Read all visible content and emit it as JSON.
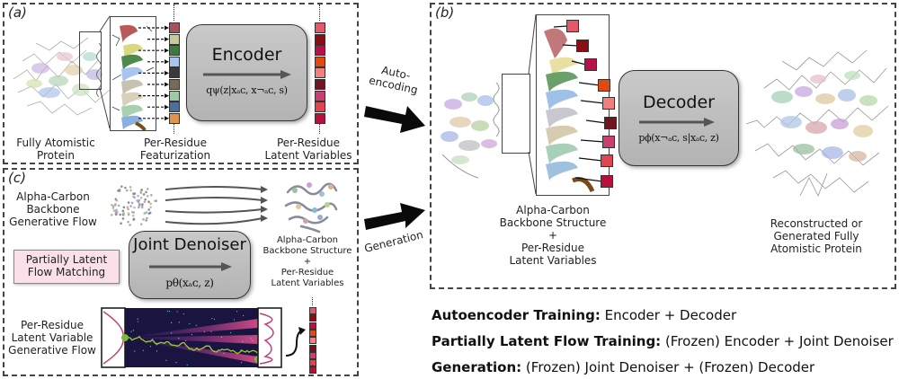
{
  "panels": {
    "a": {
      "label": "(a)",
      "protein_caption": "Fully Atomistic\nProtein",
      "featurization_caption": "Per-Residue\nFeaturization",
      "latent_caption": "Per-Residue\nLatent Variables",
      "encoder": {
        "title": "Encoder",
        "formula": "qψ(z|xₐᴄ, x¬ₐᴄ, s)"
      },
      "feature_colors": [
        "#a8525a",
        "#c8c89a",
        "#3d7a3d",
        "#a8c4f0",
        "#3a3a3a",
        "#7a6a55",
        "#9ec8a8",
        "#4d6f9a",
        "#e0954a"
      ],
      "latent_colors": [
        "#e05a6a",
        "#8a0f15",
        "#b8104a",
        "#e04a10",
        "#f08080",
        "#701520",
        "#c84070",
        "#e04550",
        "#b8103a"
      ]
    },
    "b": {
      "label": "(b)",
      "backbone_caption": "Alpha-Carbon\nBackbone Structure\n+\nPer-Residue\nLatent Variables",
      "output_caption": "Reconstructed or\nGenerated Fully\nAtomistic Protein",
      "decoder": {
        "title": "Decoder",
        "formula": "pϕ(x¬ₐᴄ, s|xₐᴄ, z)"
      },
      "latent_colors": [
        "#e05a6a",
        "#8a0f15",
        "#b8104a",
        "#e04a10",
        "#f08080",
        "#701520",
        "#c84070",
        "#e04550",
        "#b8103a"
      ]
    },
    "c": {
      "label": "(c)",
      "backbone_flow_caption": "Alpha-Carbon\nBackbone\nGenerative Flow",
      "pill_label": "Partially Latent\nFlow Matching",
      "result_caption": "Alpha-Carbon\nBackbone Structure\n+\nPer-Residue\nLatent Variables",
      "latent_flow_caption": "Per-Residue\nLatent Variable\nGenerative Flow",
      "denoiser": {
        "title": "Joint Denoiser",
        "formula": "pθ(xₐᴄ, z)"
      },
      "latent_colors": [
        "#e05a6a",
        "#8a0f15",
        "#b8104a",
        "#e04a10",
        "#f08080",
        "#701520",
        "#c84070",
        "#e04550",
        "#b8103a"
      ]
    }
  },
  "arrows": {
    "autoencoding": "Auto-\nencoding",
    "generation": "Generation"
  },
  "legend": [
    {
      "bold": "Autoencoder Training:",
      "rest": " Encoder + Decoder"
    },
    {
      "bold": "Partially Latent Flow Training:",
      "rest": " (Frozen) Encoder + Joint Denoiser"
    },
    {
      "bold": "Generation:",
      "rest": " (Frozen) Joint Denoiser + (Frozen) Decoder"
    }
  ],
  "colors": {
    "box_fill": "#bdbdbd",
    "pill_fill": "#fbe0ea",
    "flow_bg": "#1a1440",
    "flow_path": "#9acd32"
  }
}
